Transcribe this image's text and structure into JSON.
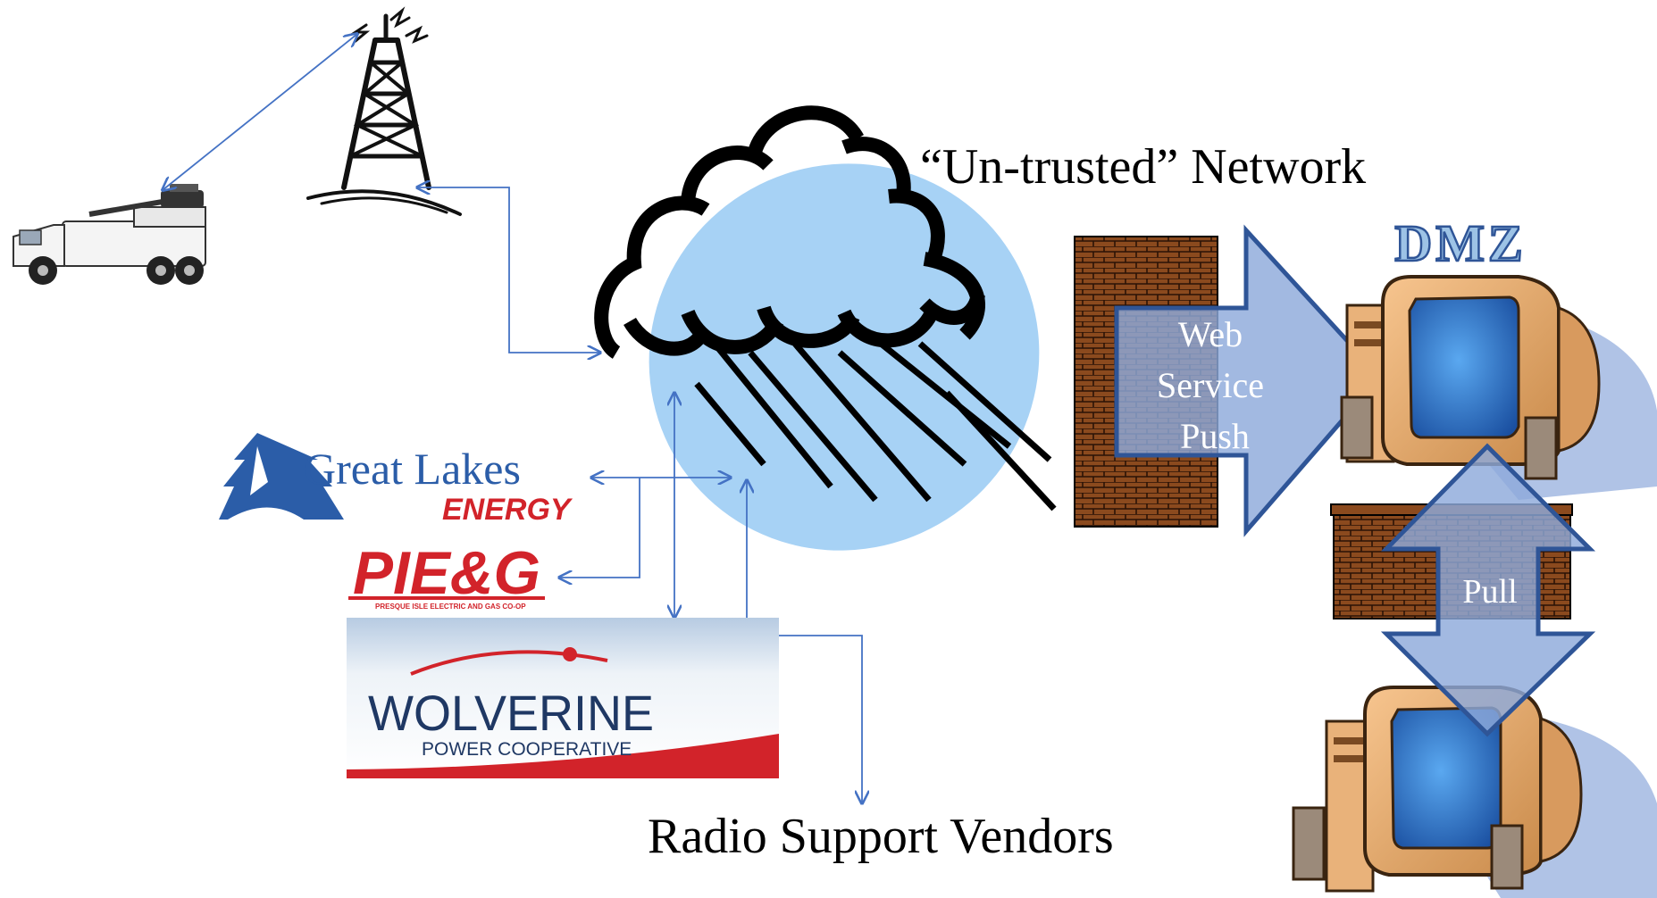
{
  "labels": {
    "untrusted_network": "“Un-trusted” Network",
    "dmz": "DMZ",
    "web_service_push": [
      "Web",
      "Service",
      "Push"
    ],
    "pull": "Pull",
    "radio_support_vendors": "Radio Support Vendors"
  },
  "logos": {
    "great_lakes": {
      "name": "Great Lakes",
      "sub": "ENERGY"
    },
    "pieg": {
      "name": "PIE&G",
      "sub": "PRESQUE ISLE ELECTRIC AND GAS CO-OP"
    },
    "wolverine": {
      "name": "WOLVERINE",
      "sub": "POWER COOPERATIVE"
    }
  },
  "colors": {
    "connector": "#4472C4",
    "cloud_fill": "#A7D2F5",
    "brick": "#8B4A1E",
    "arrow_fill": "#8EA9DB",
    "arrow_stroke": "#2F5597",
    "dmz_text": "#9DC3E6",
    "great_lakes_blue": "#2B5DA8",
    "energy_red": "#D2232A",
    "wolverine_blue": "#1F3864"
  }
}
